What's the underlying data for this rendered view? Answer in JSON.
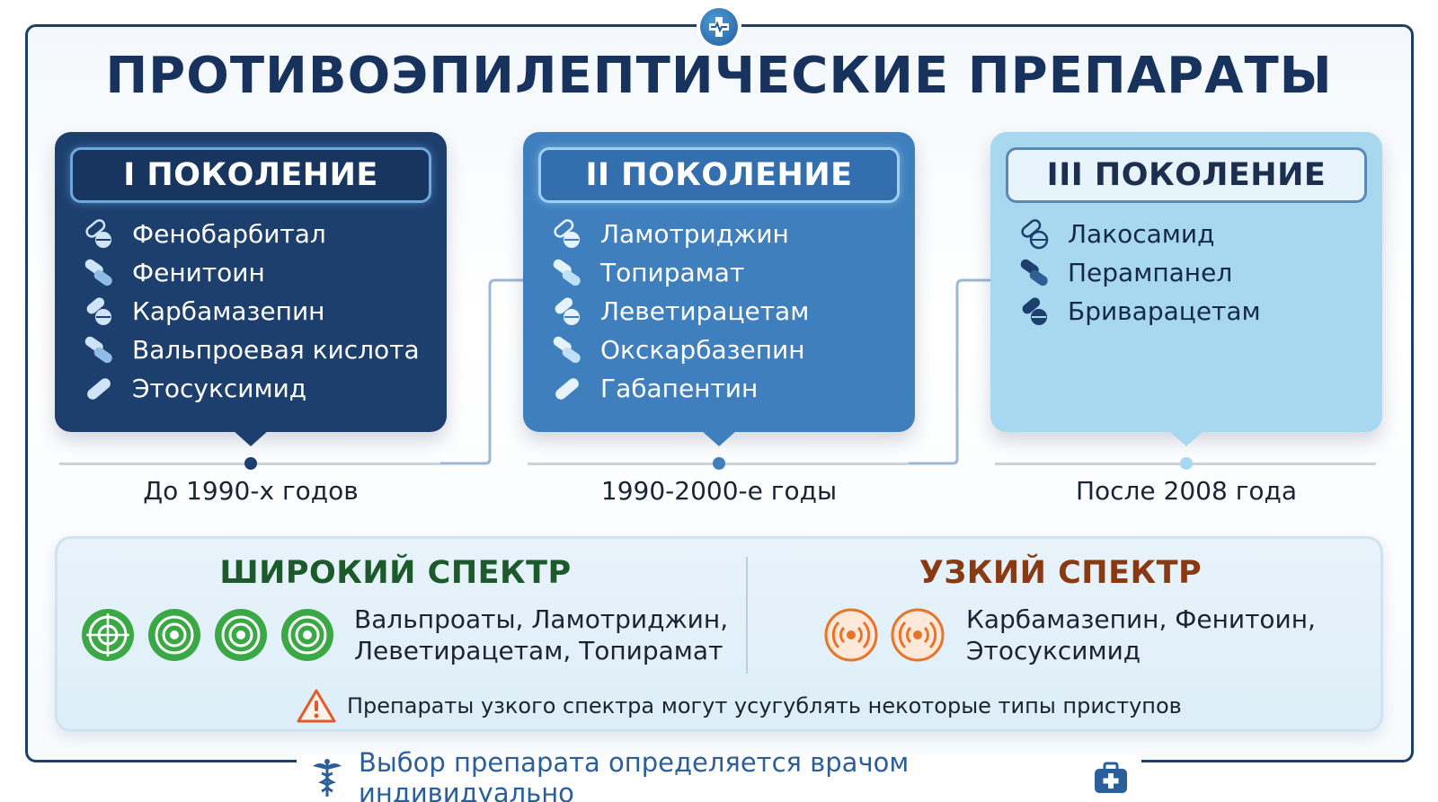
{
  "title": "ПРОТИВОЭПИЛЕПТИЧЕСКИЕ ПРЕПАРАТЫ",
  "generations": [
    {
      "header": "I ПОКОЛЕНИЕ",
      "era": "До 1990-х годов",
      "drugs": [
        "Фенобарбитал",
        "Фенитоин",
        "Карбамазепин",
        "Вальпроевая кислота",
        "Этосуксимид"
      ]
    },
    {
      "header": "II ПОКОЛЕНИЕ",
      "era": "1990-2000-е годы",
      "drugs": [
        "Ламотриджин",
        "Топирамат",
        "Леветирацетам",
        "Окскарбазепин",
        "Габапентин"
      ]
    },
    {
      "header": "III ПОКОЛЕНИЕ",
      "era": "После 2008 года",
      "drugs": [
        "Лакосамид",
        "Перампанел",
        "Бриварацетам"
      ]
    }
  ],
  "spectrum": {
    "broad": {
      "title": "ШИРОКИЙ СПЕКТР",
      "line1": "Вальпроаты, Ламотриджин,",
      "line2": "Леветирацетам, Топирамат"
    },
    "narrow": {
      "title": "УЗКИЙ СПЕКТР",
      "line1": "Карбамазепин, Фенитоин,",
      "line2": "Этосуксимид"
    },
    "warning": "Препараты узкого спектра могут усугублять некоторые типы приступов"
  },
  "footer": "Выбор препарата определяется врачом индивидуально",
  "colors": {
    "gen1": "#1c3f6e",
    "gen2": "#3f7fbe",
    "gen3": "#a8d8f0",
    "broad": "#3aa845",
    "narrow": "#e8742a",
    "accent": "#2a5f9c"
  },
  "icons": {
    "drug": [
      "capsule-tablet-icon",
      "capsules-icon",
      "capsule-tablet-icon",
      "capsules-icon",
      "capsule-icon"
    ],
    "broad": "target-icon",
    "narrow": "signal-icon",
    "warning": "warning-icon",
    "footer_left": "caduceus-icon",
    "footer_right": "medical-kit-icon",
    "top": "medical-cross-icon"
  }
}
